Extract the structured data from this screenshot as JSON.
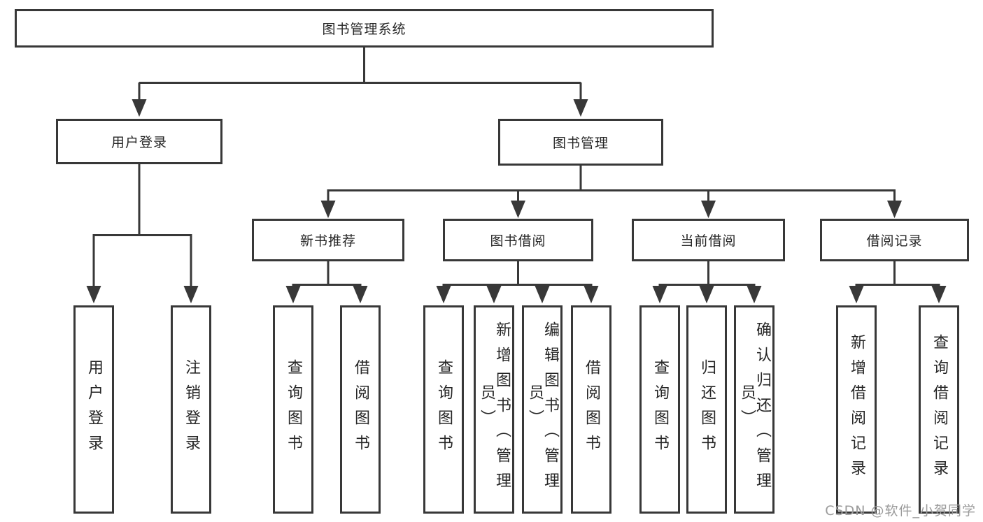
{
  "diagram": {
    "tree": {
      "label": "图书管理系统",
      "children": [
        {
          "label": "用户登录",
          "children": [
            {
              "label": "用户登录"
            },
            {
              "label": "注销登录"
            }
          ]
        },
        {
          "label": "图书管理",
          "children": [
            {
              "label": "新书推荐",
              "children": [
                {
                  "label": "查询图书"
                },
                {
                  "label": "借阅图书"
                }
              ]
            },
            {
              "label": "图书借阅",
              "children": [
                {
                  "label": "查询图书"
                },
                {
                  "label": "新增图书（管理员）"
                },
                {
                  "label": "编辑图书（管理员）"
                },
                {
                  "label": "借阅图书"
                }
              ]
            },
            {
              "label": "当前借阅",
              "children": [
                {
                  "label": "查询图书"
                },
                {
                  "label": "归还图书"
                },
                {
                  "label": "确认归还（管理员）"
                }
              ]
            },
            {
              "label": "借阅记录",
              "children": [
                {
                  "label": "新增借阅记录"
                },
                {
                  "label": "查询借阅记录"
                }
              ]
            }
          ]
        }
      ]
    },
    "colors": {
      "line": "#383838",
      "text": "#262626",
      "background": "#ffffff",
      "watermark": "#9b9b9b"
    },
    "watermark": "CSDN @软件_小贺同学"
  }
}
